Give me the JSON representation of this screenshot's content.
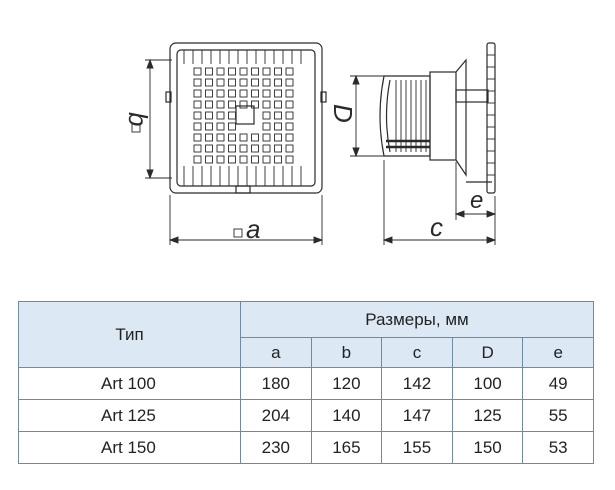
{
  "drawing": {
    "labels": {
      "a": "a",
      "b": "b",
      "c": "c",
      "D": "D",
      "e": "e"
    }
  },
  "table": {
    "type_header": "Тип",
    "group_header": "Размеры, мм",
    "columns": [
      "a",
      "b",
      "c",
      "D",
      "e"
    ],
    "rows": [
      {
        "type": "Art 100",
        "values": [
          "180",
          "120",
          "142",
          "100",
          "49"
        ]
      },
      {
        "type": "Art 125",
        "values": [
          "204",
          "140",
          "147",
          "125",
          "55"
        ]
      },
      {
        "type": "Art 150",
        "values": [
          "230",
          "165",
          "155",
          "150",
          "53"
        ]
      }
    ]
  },
  "colors": {
    "header_bg": "#dde8f5",
    "border": "#6f8ba0",
    "line": "#2a2a2a"
  }
}
